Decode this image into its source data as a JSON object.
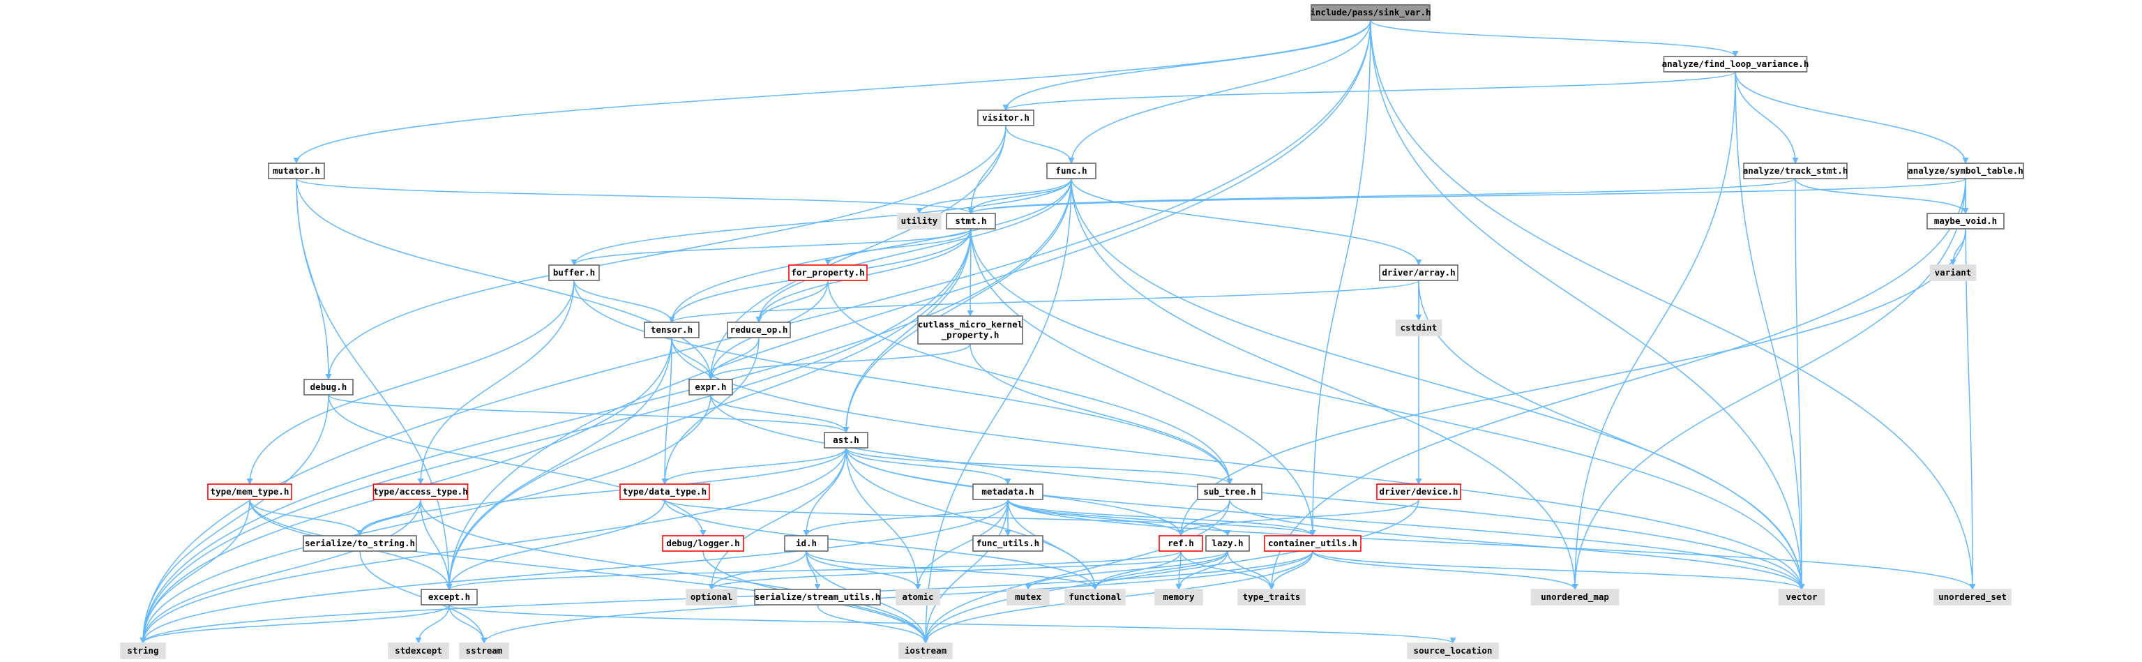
{
  "colors": {
    "normal_fill": "#ffffff",
    "normal_border": "#666666",
    "system_fill": "#e0e0e0",
    "system_border": "#e0e0e0",
    "root_fill": "#999999",
    "root_border": "#666666",
    "incomplete_border": "#ff0000",
    "edge": "#63b8ff"
  },
  "nodes": [
    {
      "id": "root",
      "label": "include/pass/sink_var.h",
      "kind": "root"
    },
    {
      "id": "find_loop",
      "label": "analyze/find_loop_variance.h",
      "kind": "normal"
    },
    {
      "id": "visitor",
      "label": "visitor.h",
      "kind": "normal"
    },
    {
      "id": "mutator",
      "label": "mutator.h",
      "kind": "normal"
    },
    {
      "id": "func",
      "label": "func.h",
      "kind": "normal"
    },
    {
      "id": "track_stmt",
      "label": "analyze/track_stmt.h",
      "kind": "normal"
    },
    {
      "id": "symbol_table",
      "label": "analyze/symbol_table.h",
      "kind": "normal"
    },
    {
      "id": "utility",
      "label": "utility",
      "kind": "system"
    },
    {
      "id": "stmt",
      "label": "stmt.h",
      "kind": "normal"
    },
    {
      "id": "maybe_void",
      "label": "maybe_void.h",
      "kind": "normal"
    },
    {
      "id": "variant",
      "label": "variant",
      "kind": "system"
    },
    {
      "id": "buffer",
      "label": "buffer.h",
      "kind": "normal"
    },
    {
      "id": "for_property",
      "label": "for_property.h",
      "kind": "incomplete"
    },
    {
      "id": "driver_array",
      "label": "driver/array.h",
      "kind": "normal"
    },
    {
      "id": "cstdint",
      "label": "cstdint",
      "kind": "system"
    },
    {
      "id": "tensor",
      "label": "tensor.h",
      "kind": "normal"
    },
    {
      "id": "reduce_op",
      "label": "reduce_op.h",
      "kind": "normal"
    },
    {
      "id": "cutlass",
      "label": "cutlass_micro_kernel\n_property.h",
      "kind": "normal"
    },
    {
      "id": "debug",
      "label": "debug.h",
      "kind": "normal"
    },
    {
      "id": "expr",
      "label": "expr.h",
      "kind": "normal"
    },
    {
      "id": "ast",
      "label": "ast.h",
      "kind": "normal"
    },
    {
      "id": "mem_type",
      "label": "type/mem_type.h",
      "kind": "incomplete"
    },
    {
      "id": "access_type",
      "label": "type/access_type.h",
      "kind": "incomplete"
    },
    {
      "id": "data_type",
      "label": "type/data_type.h",
      "kind": "incomplete"
    },
    {
      "id": "metadata",
      "label": "metadata.h",
      "kind": "normal"
    },
    {
      "id": "sub_tree",
      "label": "sub_tree.h",
      "kind": "normal"
    },
    {
      "id": "driver_device",
      "label": "driver/device.h",
      "kind": "incomplete"
    },
    {
      "id": "to_string",
      "label": "serialize/to_string.h",
      "kind": "normal"
    },
    {
      "id": "logger",
      "label": "debug/logger.h",
      "kind": "incomplete"
    },
    {
      "id": "id",
      "label": "id.h",
      "kind": "normal"
    },
    {
      "id": "func_utils",
      "label": "func_utils.h",
      "kind": "normal"
    },
    {
      "id": "ref",
      "label": "ref.h",
      "kind": "incomplete"
    },
    {
      "id": "lazy",
      "label": "lazy.h",
      "kind": "normal"
    },
    {
      "id": "container_utils",
      "label": "container_utils.h",
      "kind": "incomplete"
    },
    {
      "id": "except",
      "label": "except.h",
      "kind": "normal"
    },
    {
      "id": "optional",
      "label": "optional",
      "kind": "system"
    },
    {
      "id": "stream_utils",
      "label": "serialize/stream_utils.h",
      "kind": "normal"
    },
    {
      "id": "atomic",
      "label": "atomic",
      "kind": "system"
    },
    {
      "id": "mutex",
      "label": "mutex",
      "kind": "system"
    },
    {
      "id": "functional",
      "label": "functional",
      "kind": "system"
    },
    {
      "id": "memory",
      "label": "memory",
      "kind": "system"
    },
    {
      "id": "type_traits",
      "label": "type_traits",
      "kind": "system"
    },
    {
      "id": "unordered_map",
      "label": "unordered_map",
      "kind": "system"
    },
    {
      "id": "vector",
      "label": "vector",
      "kind": "system"
    },
    {
      "id": "unordered_set",
      "label": "unordered_set",
      "kind": "system"
    },
    {
      "id": "string",
      "label": "string",
      "kind": "system"
    },
    {
      "id": "stdexcept",
      "label": "stdexcept",
      "kind": "system"
    },
    {
      "id": "sstream",
      "label": "sstream",
      "kind": "system"
    },
    {
      "id": "iostream",
      "label": "iostream",
      "kind": "system"
    },
    {
      "id": "source_location",
      "label": "source_location",
      "kind": "system"
    }
  ],
  "edges": [
    [
      "root",
      "find_loop"
    ],
    [
      "root",
      "visitor"
    ],
    [
      "root",
      "mutator"
    ],
    [
      "root",
      "func"
    ],
    [
      "root",
      "unordered_set"
    ],
    [
      "root",
      "vector"
    ],
    [
      "root",
      "string"
    ],
    [
      "root",
      "except"
    ],
    [
      "root",
      "container_utils"
    ],
    [
      "find_loop",
      "visitor"
    ],
    [
      "find_loop",
      "track_stmt"
    ],
    [
      "find_loop",
      "symbol_table"
    ],
    [
      "find_loop",
      "unordered_map"
    ],
    [
      "find_loop",
      "vector"
    ],
    [
      "visitor",
      "func"
    ],
    [
      "visitor",
      "stmt"
    ],
    [
      "visitor",
      "expr"
    ],
    [
      "visitor",
      "debug"
    ],
    [
      "mutator",
      "stmt"
    ],
    [
      "mutator",
      "expr"
    ],
    [
      "mutator",
      "debug"
    ],
    [
      "mutator",
      "except"
    ],
    [
      "func",
      "utility"
    ],
    [
      "func",
      "stmt"
    ],
    [
      "func",
      "buffer"
    ],
    [
      "func",
      "tensor"
    ],
    [
      "func",
      "driver_array"
    ],
    [
      "func",
      "ast"
    ],
    [
      "func",
      "reduce_op"
    ],
    [
      "func",
      "vector"
    ],
    [
      "func",
      "string"
    ],
    [
      "func",
      "unordered_map"
    ],
    [
      "func",
      "iostream"
    ],
    [
      "track_stmt",
      "stmt"
    ],
    [
      "track_stmt",
      "maybe_void"
    ],
    [
      "track_stmt",
      "vector"
    ],
    [
      "symbol_table",
      "stmt"
    ],
    [
      "symbol_table",
      "maybe_void"
    ],
    [
      "symbol_table",
      "unordered_map"
    ],
    [
      "symbol_table",
      "unordered_set"
    ],
    [
      "symbol_table",
      "type_traits"
    ],
    [
      "maybe_void",
      "variant"
    ],
    [
      "maybe_void",
      "ref"
    ],
    [
      "stmt",
      "for_property"
    ],
    [
      "stmt",
      "buffer"
    ],
    [
      "stmt",
      "reduce_op"
    ],
    [
      "stmt",
      "cutlass"
    ],
    [
      "stmt",
      "ast"
    ],
    [
      "stmt",
      "container_utils"
    ],
    [
      "stmt",
      "except"
    ],
    [
      "stmt",
      "string"
    ],
    [
      "stmt",
      "vector"
    ],
    [
      "stmt",
      "tensor"
    ],
    [
      "buffer",
      "tensor"
    ],
    [
      "buffer",
      "mem_type"
    ],
    [
      "buffer",
      "access_type"
    ],
    [
      "buffer",
      "sub_tree"
    ],
    [
      "for_property",
      "reduce_op"
    ],
    [
      "for_property",
      "expr"
    ],
    [
      "for_property",
      "sub_tree"
    ],
    [
      "driver_array",
      "cstdint"
    ],
    [
      "driver_array",
      "driver_device"
    ],
    [
      "driver_array",
      "tensor"
    ],
    [
      "driver_array",
      "vector"
    ],
    [
      "tensor",
      "expr"
    ],
    [
      "tensor",
      "data_type"
    ],
    [
      "tensor",
      "except"
    ],
    [
      "tensor",
      "string"
    ],
    [
      "tensor",
      "vector"
    ],
    [
      "reduce_op",
      "expr"
    ],
    [
      "reduce_op",
      "data_type"
    ],
    [
      "cutlass",
      "expr"
    ],
    [
      "cutlass",
      "sub_tree"
    ],
    [
      "debug",
      "ast"
    ],
    [
      "debug",
      "logger"
    ],
    [
      "debug",
      "string"
    ],
    [
      "expr",
      "ast"
    ],
    [
      "expr",
      "string"
    ],
    [
      "expr",
      "vector"
    ],
    [
      "ast",
      "data_type"
    ],
    [
      "ast",
      "metadata"
    ],
    [
      "ast",
      "sub_tree"
    ],
    [
      "ast",
      "to_string"
    ],
    [
      "ast",
      "id"
    ],
    [
      "ast",
      "ref"
    ],
    [
      "ast",
      "atomic"
    ],
    [
      "ast",
      "functional"
    ],
    [
      "ast",
      "string"
    ],
    [
      "ast",
      "vector"
    ],
    [
      "ast",
      "optional"
    ],
    [
      "mem_type",
      "to_string"
    ],
    [
      "mem_type",
      "except"
    ],
    [
      "mem_type",
      "string"
    ],
    [
      "mem_type",
      "iostream"
    ],
    [
      "access_type",
      "to_string"
    ],
    [
      "access_type",
      "except"
    ],
    [
      "access_type",
      "string"
    ],
    [
      "access_type",
      "iostream"
    ],
    [
      "data_type",
      "except"
    ],
    [
      "data_type",
      "functional"
    ],
    [
      "data_type",
      "container_utils"
    ],
    [
      "metadata",
      "id"
    ],
    [
      "metadata",
      "func_utils"
    ],
    [
      "metadata",
      "ref"
    ],
    [
      "metadata",
      "lazy"
    ],
    [
      "metadata",
      "container_utils"
    ],
    [
      "metadata",
      "functional"
    ],
    [
      "metadata",
      "iostream"
    ],
    [
      "metadata",
      "string"
    ],
    [
      "metadata",
      "unordered_set"
    ],
    [
      "metadata",
      "atomic"
    ],
    [
      "sub_tree",
      "ref"
    ],
    [
      "sub_tree",
      "iostream"
    ],
    [
      "sub_tree",
      "vector"
    ],
    [
      "driver_device",
      "ref"
    ],
    [
      "driver_device",
      "iostream"
    ],
    [
      "to_string",
      "sstream"
    ],
    [
      "logger",
      "iostream"
    ],
    [
      "id",
      "optional"
    ],
    [
      "id",
      "stream_utils"
    ],
    [
      "id",
      "atomic"
    ],
    [
      "id",
      "functional"
    ],
    [
      "id",
      "iostream"
    ],
    [
      "ref",
      "except"
    ],
    [
      "ref",
      "memory"
    ],
    [
      "ref",
      "functional"
    ],
    [
      "ref",
      "type_traits"
    ],
    [
      "lazy",
      "optional"
    ],
    [
      "lazy",
      "mutex"
    ],
    [
      "lazy",
      "functional"
    ],
    [
      "lazy",
      "type_traits"
    ],
    [
      "lazy",
      "memory"
    ],
    [
      "container_utils",
      "unordered_map"
    ],
    [
      "container_utils",
      "vector"
    ],
    [
      "container_utils",
      "iostream"
    ],
    [
      "container_utils",
      "sstream"
    ],
    [
      "container_utils",
      "string"
    ],
    [
      "container_utils",
      "type_traits"
    ],
    [
      "except",
      "string"
    ],
    [
      "except",
      "stdexcept"
    ],
    [
      "except",
      "sstream"
    ],
    [
      "except",
      "source_location"
    ],
    [
      "stream_utils",
      "iostream"
    ]
  ]
}
